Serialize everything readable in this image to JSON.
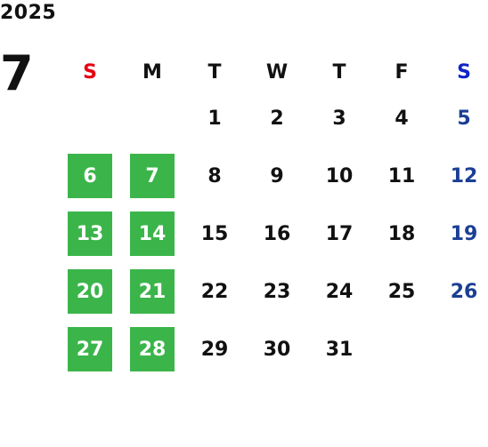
{
  "year": "2025",
  "month": "7",
  "weekdays": [
    "S",
    "M",
    "T",
    "W",
    "T",
    "F",
    "S"
  ],
  "colors": {
    "sunday_header": "#e60012",
    "saturday_header": "#1024c8",
    "saturday_dates": "#1b3f94",
    "highlight_bg": "#3bb54a",
    "highlight_text": "#ffffff"
  },
  "weeks": [
    [
      "",
      "",
      "1",
      "2",
      "3",
      "4",
      "5"
    ],
    [
      "6",
      "7",
      "8",
      "9",
      "10",
      "11",
      "12"
    ],
    [
      "13",
      "14",
      "15",
      "16",
      "17",
      "18",
      "19"
    ],
    [
      "20",
      "21",
      "22",
      "23",
      "24",
      "25",
      "26"
    ],
    [
      "27",
      "28",
      "29",
      "30",
      "31",
      "",
      ""
    ]
  ],
  "highlighted_days": [
    "6",
    "7",
    "13",
    "14",
    "20",
    "21",
    "27",
    "28"
  ]
}
